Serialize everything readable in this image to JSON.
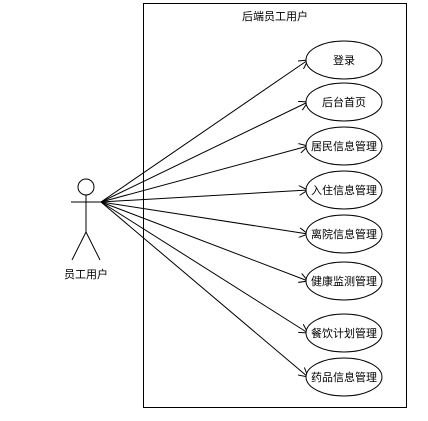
{
  "diagram": {
    "system_title": "后端员工用户",
    "actor": {
      "label": "员工用户"
    },
    "use_cases": [
      {
        "label": "登录"
      },
      {
        "label": "后台首页"
      },
      {
        "label": "居民信息管理"
      },
      {
        "label": "入住信息管理"
      },
      {
        "label": "离院信息管理"
      },
      {
        "label": "健康监测管理"
      },
      {
        "label": "餐饮计划管理"
      },
      {
        "label": "药品信息管理"
      }
    ]
  }
}
